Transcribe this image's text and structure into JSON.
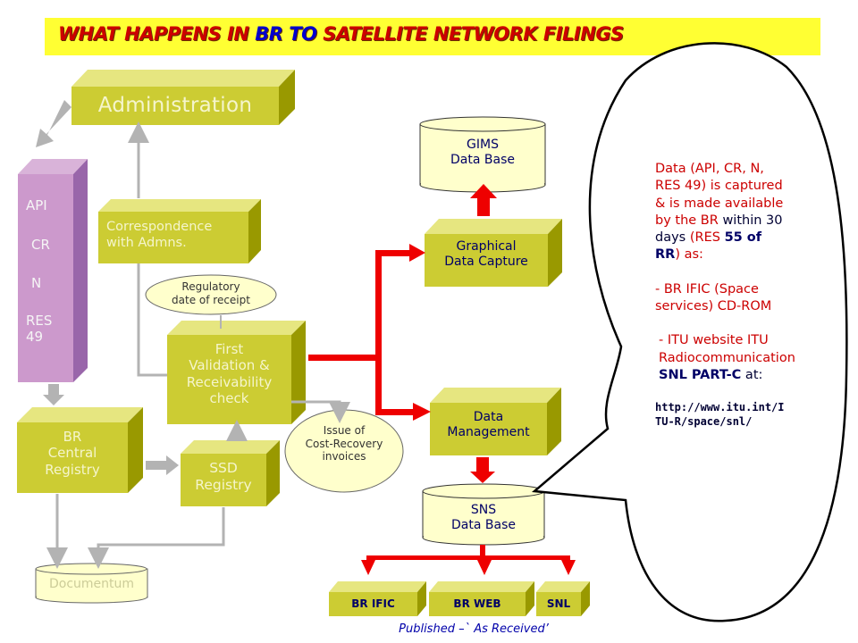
{
  "title": {
    "part1": "WHAT HAPPENS IN ",
    "part2": "BR TO",
    "part3": " SATELLITE NETWORK FILINGS"
  },
  "nodes": {
    "administration": "Administration",
    "api_stack": {
      "api": "API",
      "cr": "CR",
      "n": "N",
      "res": "RES",
      "res_num": "49"
    },
    "correspondence": {
      "line1": "Correspondence",
      "line2": "with Admns."
    },
    "regulatory": {
      "line1": "Regulatory",
      "line2": "date of receipt"
    },
    "first_validation": {
      "line1": "First",
      "line2": "Validation &",
      "line3": "Receivability",
      "line4": "check"
    },
    "br_central": {
      "line1": "BR",
      "line2": "Central",
      "line3": "Registry"
    },
    "ssd": {
      "line1": "SSD",
      "line2": "Registry"
    },
    "cost_recovery": {
      "line1": "Issue of",
      "line2": "Cost-Recovery",
      "line3": "invoices"
    },
    "documentum": "Documentum",
    "gims": {
      "line1": "GIMS",
      "line2": "Data Base"
    },
    "graphical": {
      "line1": "Graphical",
      "line2": "Data Capture"
    },
    "data_mgmt": {
      "line1": "Data",
      "line2": "Management"
    },
    "sns": {
      "line1": "SNS",
      "line2": "Data Base"
    },
    "outputs": {
      "br_ific": "BR IFIC",
      "br_web": "BR WEB",
      "snl": "SNL"
    },
    "published": "Published –` As Received’"
  },
  "bubble": {
    "t1": "Data (API, CR, N, RES 49) is captured & is made available by the BR ",
    "t2": "within 30 days",
    "t3": " (RES ",
    "t4": "55 of RR",
    "t5": ") as:",
    "item1": "- BR IFIC (Space services) CD-ROM",
    "item2": "- ITU website ITU Radiocommunication ",
    "item2b": "SNL PART-C",
    "item2c": " at:",
    "url": "http://www.itu.int/ITU-R/space/snl/"
  },
  "colors": {
    "box_face": "#cccc33",
    "box_side": "#999900",
    "box_top": "#e6e680",
    "cylinder": "#ffffcc",
    "ellipse": "#ffffcc",
    "arrow_red": "#ee0000",
    "arrow_grey": "#b3b3b3",
    "title_bg": "#ffff33",
    "api_face": "#cc99cc",
    "api_side": "#9966aa"
  }
}
